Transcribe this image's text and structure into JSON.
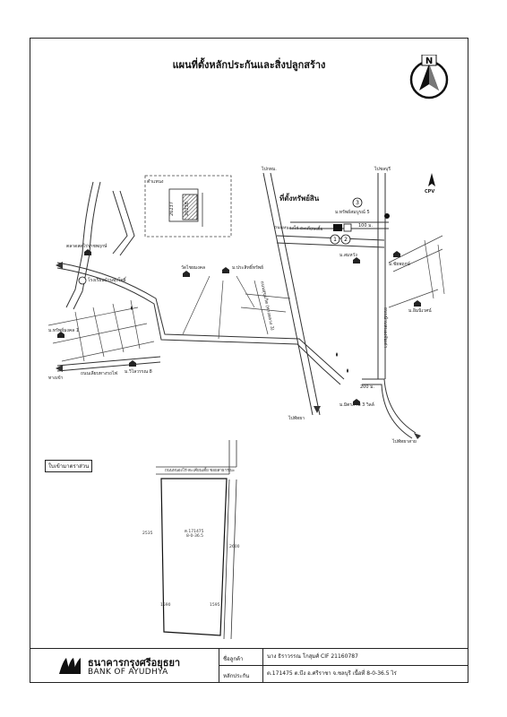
{
  "page": {
    "title": "แผนที่ตั้งหลักประกันและสิ่งปลูกสร้าง",
    "north_label": "N"
  },
  "map": {
    "labels": {
      "bangkok": "ไปกทม.",
      "chonburi_n": "ไปชลบุรี",
      "pattaya": "ไปพัทยา",
      "pattaya2": "ไปพัทยาสาย",
      "property": "ที่ตั้งทรัพย์สิน",
      "road_main": "ถนนหนองไร่-ตะเคียนเตี้ย",
      "road_sukhumvit": "ถนนสุขุมวิท (ทางหลวง 3)",
      "road_local": "ถนนเลียบทางรถไฟ",
      "road_east": "ถนนบ้านหนองจับเต่า",
      "market": "ตลาดสดไร่ราชพฤกษ์",
      "temple": "วัดไชยมงคล",
      "school": "โรงเรียนบ้านทุ่งโพธิ์",
      "village1": "ม.ทรัพย์มงคล 1",
      "village2": "ม.ประสิทธิ์ทรัพย์",
      "village3": "ม.สมหวัง",
      "village4": "ม.ชัยพฤกษ์",
      "village5": "ม.อิ่มนิเวศน์",
      "village6": "ม.วิไลวรรณ 8",
      "village7": "ม.มิตรภาพ 3 วิลล์",
      "village8": "ม.ทรัพย์สมบูรณ์ 5",
      "dist1": "100 ม.",
      "dist2": "200 ม.",
      "cpv": "CPV",
      "gate": "ทางเข้า",
      "inset_label": "ตำแหนง",
      "plot_a": "26237",
      "plot_b": "26238",
      "circle1": "1",
      "circle2": "2",
      "circle3": "3"
    }
  },
  "inset": {
    "title": "ใบเข้ามาตราส่วน",
    "road_label": "ถนนหนองไร่-ตะเคียนเตี้ย ซอยสาธารณะ",
    "parcel_label": "ต.171475",
    "parcel_area": "8-0-36.5",
    "dim_left": "2535",
    "dim_right": "2600",
    "dim_bottom_l": "1590",
    "dim_bottom_r": "1595"
  },
  "footer": {
    "bank_th": "ธนาคารกรุงศรีอยุธยา",
    "bank_en": "BANK OF AYUDHYA",
    "customer_key": "ชื่อลูกค้า",
    "customer_val": "นาง ธิราวรรณ โกสุมศ์ CIF 21160787",
    "collateral_key": "หลักประกัน",
    "collateral_val": "ต.171475 ต.บึง อ.ศรีราชา จ.ชลบุรี เนื้อที่ 8-0-36.5 ไร่"
  },
  "colors": {
    "line": "#222222",
    "road": "#555555",
    "accent": "#111111"
  }
}
